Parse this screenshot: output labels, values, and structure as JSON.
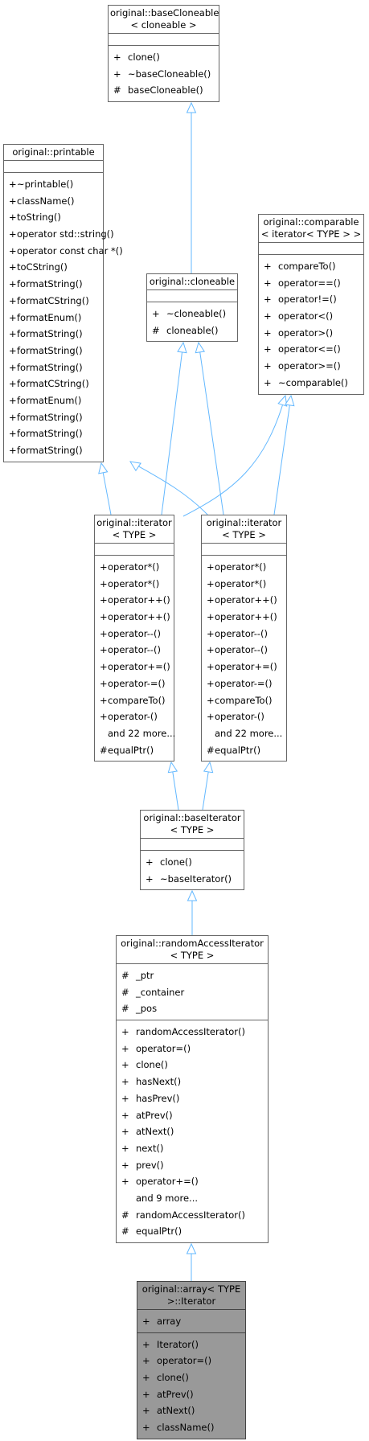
{
  "classes": {
    "baseCloneable": {
      "title": [
        "original::baseCloneable",
        "< cloneable >"
      ],
      "attributes": [],
      "members": [
        {
          "vis": "+",
          "name": "clone()"
        },
        {
          "vis": "+",
          "name": "~baseCloneable()"
        },
        {
          "vis": "#",
          "name": "baseCloneable()"
        }
      ]
    },
    "printable": {
      "title": [
        "original::printable"
      ],
      "attributes": [],
      "members": [
        {
          "vis": "+",
          "name": "~printable()"
        },
        {
          "vis": "+",
          "name": "className()"
        },
        {
          "vis": "+",
          "name": "toString()"
        },
        {
          "vis": "+",
          "name": "operator std::string()"
        },
        {
          "vis": "+",
          "name": "operator const char *()"
        },
        {
          "vis": "+",
          "name": "toCString()"
        },
        {
          "vis": "+",
          "name": "formatString()"
        },
        {
          "vis": "+",
          "name": "formatCString()"
        },
        {
          "vis": "+",
          "name": "formatEnum()"
        },
        {
          "vis": "+",
          "name": "formatString()"
        },
        {
          "vis": "+",
          "name": "formatString()"
        },
        {
          "vis": "+",
          "name": "formatString()"
        },
        {
          "vis": "+",
          "name": "formatCString()"
        },
        {
          "vis": "+",
          "name": "formatEnum()"
        },
        {
          "vis": "+",
          "name": "formatString()"
        },
        {
          "vis": "+",
          "name": "formatString()"
        },
        {
          "vis": "+",
          "name": "formatString()"
        }
      ]
    },
    "comparable": {
      "title": [
        "original::comparable",
        "< iterator< TYPE > >"
      ],
      "attributes": [],
      "members": [
        {
          "vis": "+",
          "name": "compareTo()"
        },
        {
          "vis": "+",
          "name": "operator==()"
        },
        {
          "vis": "+",
          "name": "operator!=()"
        },
        {
          "vis": "+",
          "name": "operator<()"
        },
        {
          "vis": "+",
          "name": "operator>()"
        },
        {
          "vis": "+",
          "name": "operator<=()"
        },
        {
          "vis": "+",
          "name": "operator>=()"
        },
        {
          "vis": "+",
          "name": "~comparable()"
        }
      ]
    },
    "cloneable": {
      "title": [
        "original::cloneable"
      ],
      "attributes": [],
      "members": [
        {
          "vis": "+",
          "name": "~cloneable()"
        },
        {
          "vis": "#",
          "name": "cloneable()"
        }
      ]
    },
    "iteratorLeft": {
      "title": [
        "original::iterator",
        "< TYPE >"
      ],
      "attributes": [],
      "members": [
        {
          "vis": "+",
          "name": "operator*()"
        },
        {
          "vis": "+",
          "name": "operator*()"
        },
        {
          "vis": "+",
          "name": "operator++()"
        },
        {
          "vis": "+",
          "name": "operator++()"
        },
        {
          "vis": "+",
          "name": "operator--()"
        },
        {
          "vis": "+",
          "name": "operator--()"
        },
        {
          "vis": "+",
          "name": "operator+=()"
        },
        {
          "vis": "+",
          "name": "operator-=()"
        },
        {
          "vis": "+",
          "name": "compareTo()"
        },
        {
          "vis": "+",
          "name": "operator-()"
        },
        {
          "vis": "",
          "name": "and 22 more..."
        },
        {
          "vis": "#",
          "name": "equalPtr()"
        }
      ]
    },
    "iteratorRight": {
      "title": [
        "original::iterator",
        "< TYPE >"
      ],
      "attributes": [],
      "members": [
        {
          "vis": "+",
          "name": "operator*()"
        },
        {
          "vis": "+",
          "name": "operator*()"
        },
        {
          "vis": "+",
          "name": "operator++()"
        },
        {
          "vis": "+",
          "name": "operator++()"
        },
        {
          "vis": "+",
          "name": "operator--()"
        },
        {
          "vis": "+",
          "name": "operator--()"
        },
        {
          "vis": "+",
          "name": "operator+=()"
        },
        {
          "vis": "+",
          "name": "operator-=()"
        },
        {
          "vis": "+",
          "name": "compareTo()"
        },
        {
          "vis": "+",
          "name": "operator-()"
        },
        {
          "vis": "",
          "name": "and 22 more..."
        },
        {
          "vis": "#",
          "name": "equalPtr()"
        }
      ]
    },
    "baseIterator": {
      "title": [
        "original::baseIterator",
        "< TYPE >"
      ],
      "attributes": [],
      "members": [
        {
          "vis": "+",
          "name": "clone()"
        },
        {
          "vis": "+",
          "name": "~baseIterator()"
        }
      ]
    },
    "randomAccessIterator": {
      "title": [
        "original::randomAccessIterator",
        "< TYPE >"
      ],
      "attributes": [
        {
          "vis": "#",
          "name": "_ptr"
        },
        {
          "vis": "#",
          "name": "_container"
        },
        {
          "vis": "#",
          "name": "_pos"
        }
      ],
      "members": [
        {
          "vis": "+",
          "name": "randomAccessIterator()"
        },
        {
          "vis": "+",
          "name": "operator=()"
        },
        {
          "vis": "+",
          "name": "clone()"
        },
        {
          "vis": "+",
          "name": "hasNext()"
        },
        {
          "vis": "+",
          "name": "hasPrev()"
        },
        {
          "vis": "+",
          "name": "atPrev()"
        },
        {
          "vis": "+",
          "name": "atNext()"
        },
        {
          "vis": "+",
          "name": "next()"
        },
        {
          "vis": "+",
          "name": "prev()"
        },
        {
          "vis": "+",
          "name": "operator+=()"
        },
        {
          "vis": "",
          "name": "and 9 more..."
        },
        {
          "vis": "#",
          "name": "randomAccessIterator()"
        },
        {
          "vis": "#",
          "name": "equalPtr()"
        }
      ]
    },
    "arrayIterator": {
      "title": [
        "original::array< TYPE",
        ">::Iterator"
      ],
      "attributes": [
        {
          "vis": "+",
          "name": "array"
        }
      ],
      "members": [
        {
          "vis": "+",
          "name": "Iterator()"
        },
        {
          "vis": "+",
          "name": "operator=()"
        },
        {
          "vis": "+",
          "name": "clone()"
        },
        {
          "vis": "+",
          "name": "atPrev()"
        },
        {
          "vis": "+",
          "name": "atNext()"
        },
        {
          "vis": "+",
          "name": "className()"
        }
      ]
    }
  },
  "colors": {
    "edge": "#63b8ff",
    "border": "#666666",
    "highlight_fill": "#999999"
  }
}
